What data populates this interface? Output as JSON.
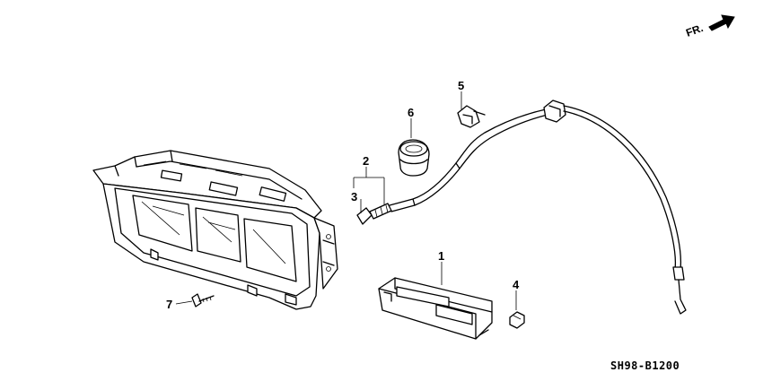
{
  "diagram": {
    "direction_label": "FR.",
    "figure_code": "SH98-B1200",
    "callouts": [
      "1",
      "2",
      "3",
      "4",
      "5",
      "6",
      "7"
    ]
  }
}
